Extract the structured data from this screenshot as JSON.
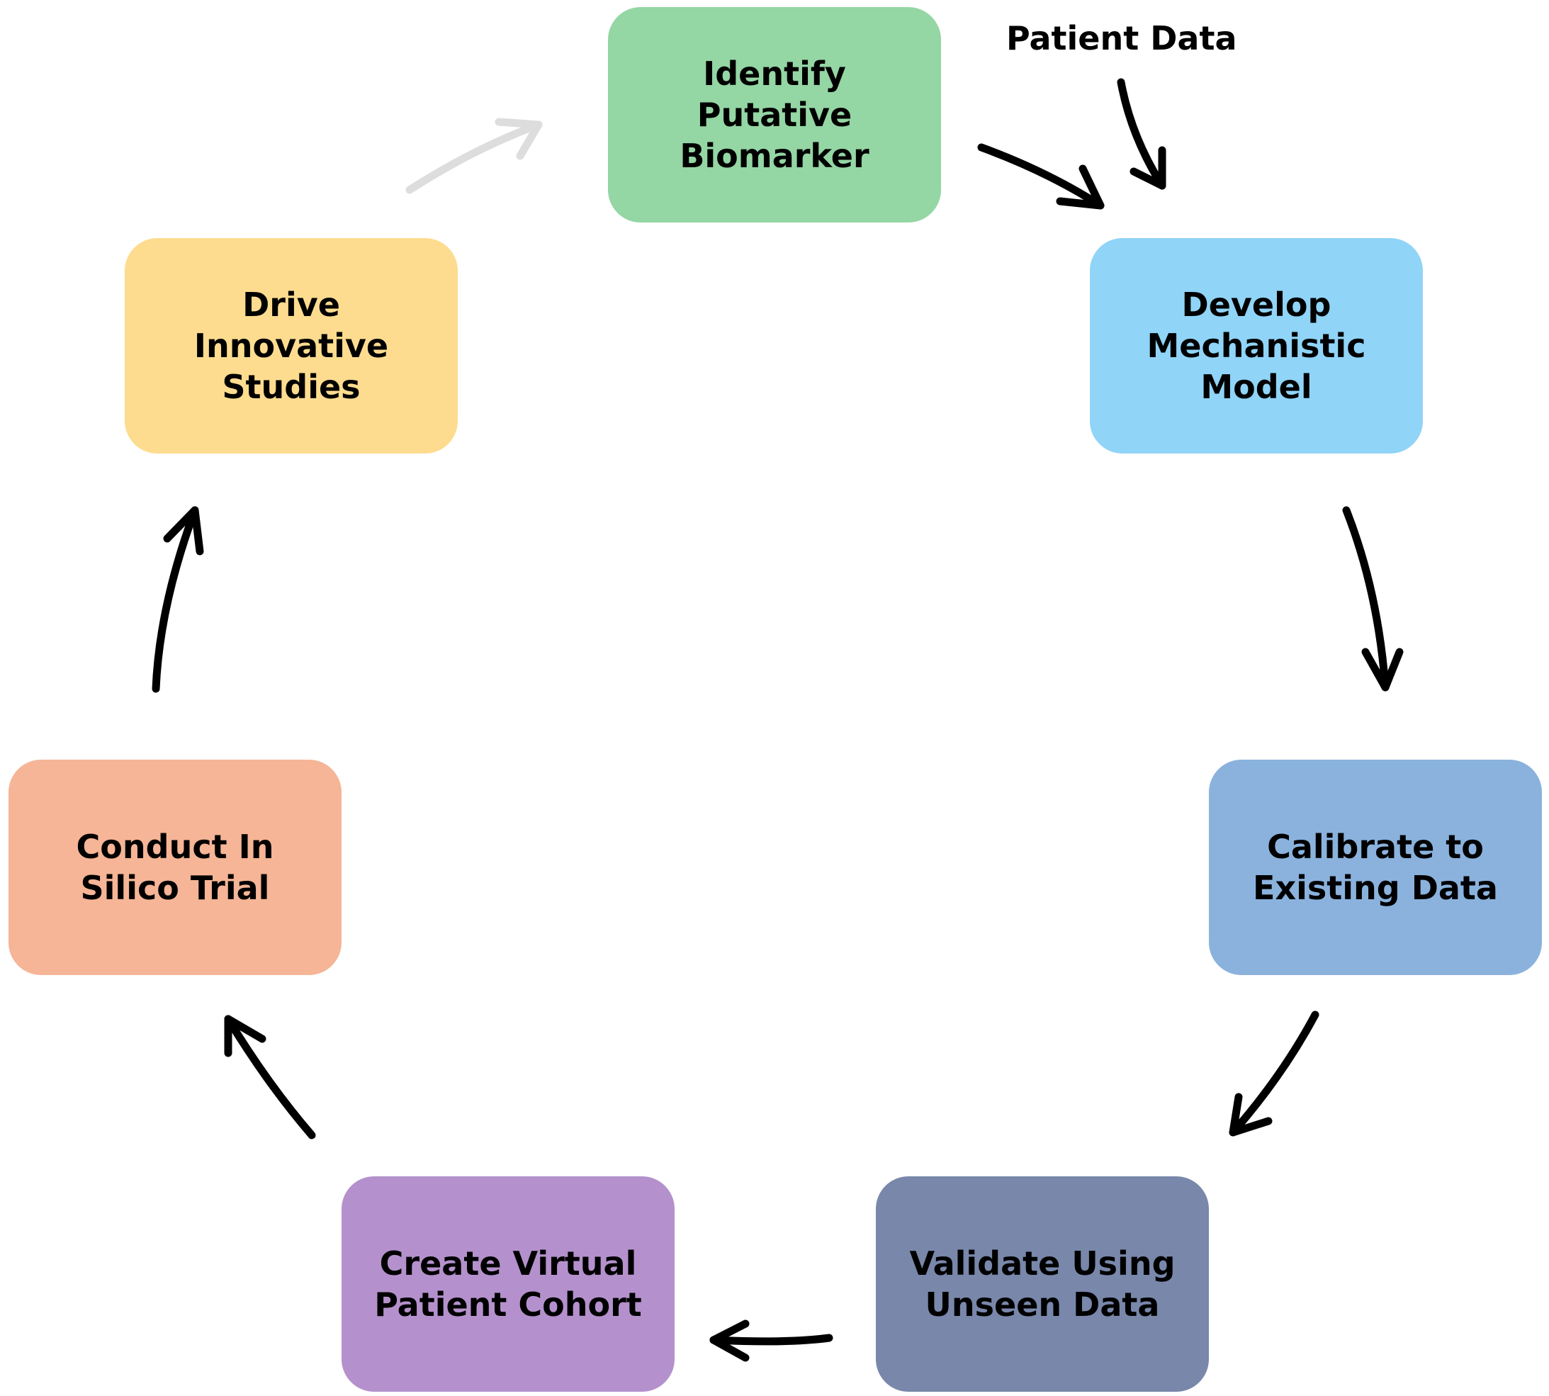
{
  "diagram": {
    "input_label": "Patient Data",
    "nodes": [
      {
        "id": "identify",
        "lines": [
          "Identify",
          "Putative",
          "Biomarker"
        ],
        "color": "#94D6A4"
      },
      {
        "id": "develop",
        "lines": [
          "Develop",
          "Mechanistic",
          "Model"
        ],
        "color": "#90D4F7"
      },
      {
        "id": "calibrate",
        "lines": [
          "Calibrate to",
          "Existing Data"
        ],
        "color": "#8AB2DD"
      },
      {
        "id": "validate",
        "lines": [
          "Validate Using",
          "Unseen Data"
        ],
        "color": "#7887AA"
      },
      {
        "id": "create",
        "lines": [
          "Create Virtual",
          "Patient Cohort"
        ],
        "color": "#B491CC"
      },
      {
        "id": "conduct",
        "lines": [
          "Conduct In",
          "Silico Trial"
        ],
        "color": "#F5B596"
      },
      {
        "id": "drive",
        "lines": [
          "Drive",
          "Innovative",
          "Studies"
        ],
        "color": "#FDDC8F"
      }
    ],
    "arrow_color": "#000000",
    "faded_arrow_color": "#DDDDDD"
  }
}
